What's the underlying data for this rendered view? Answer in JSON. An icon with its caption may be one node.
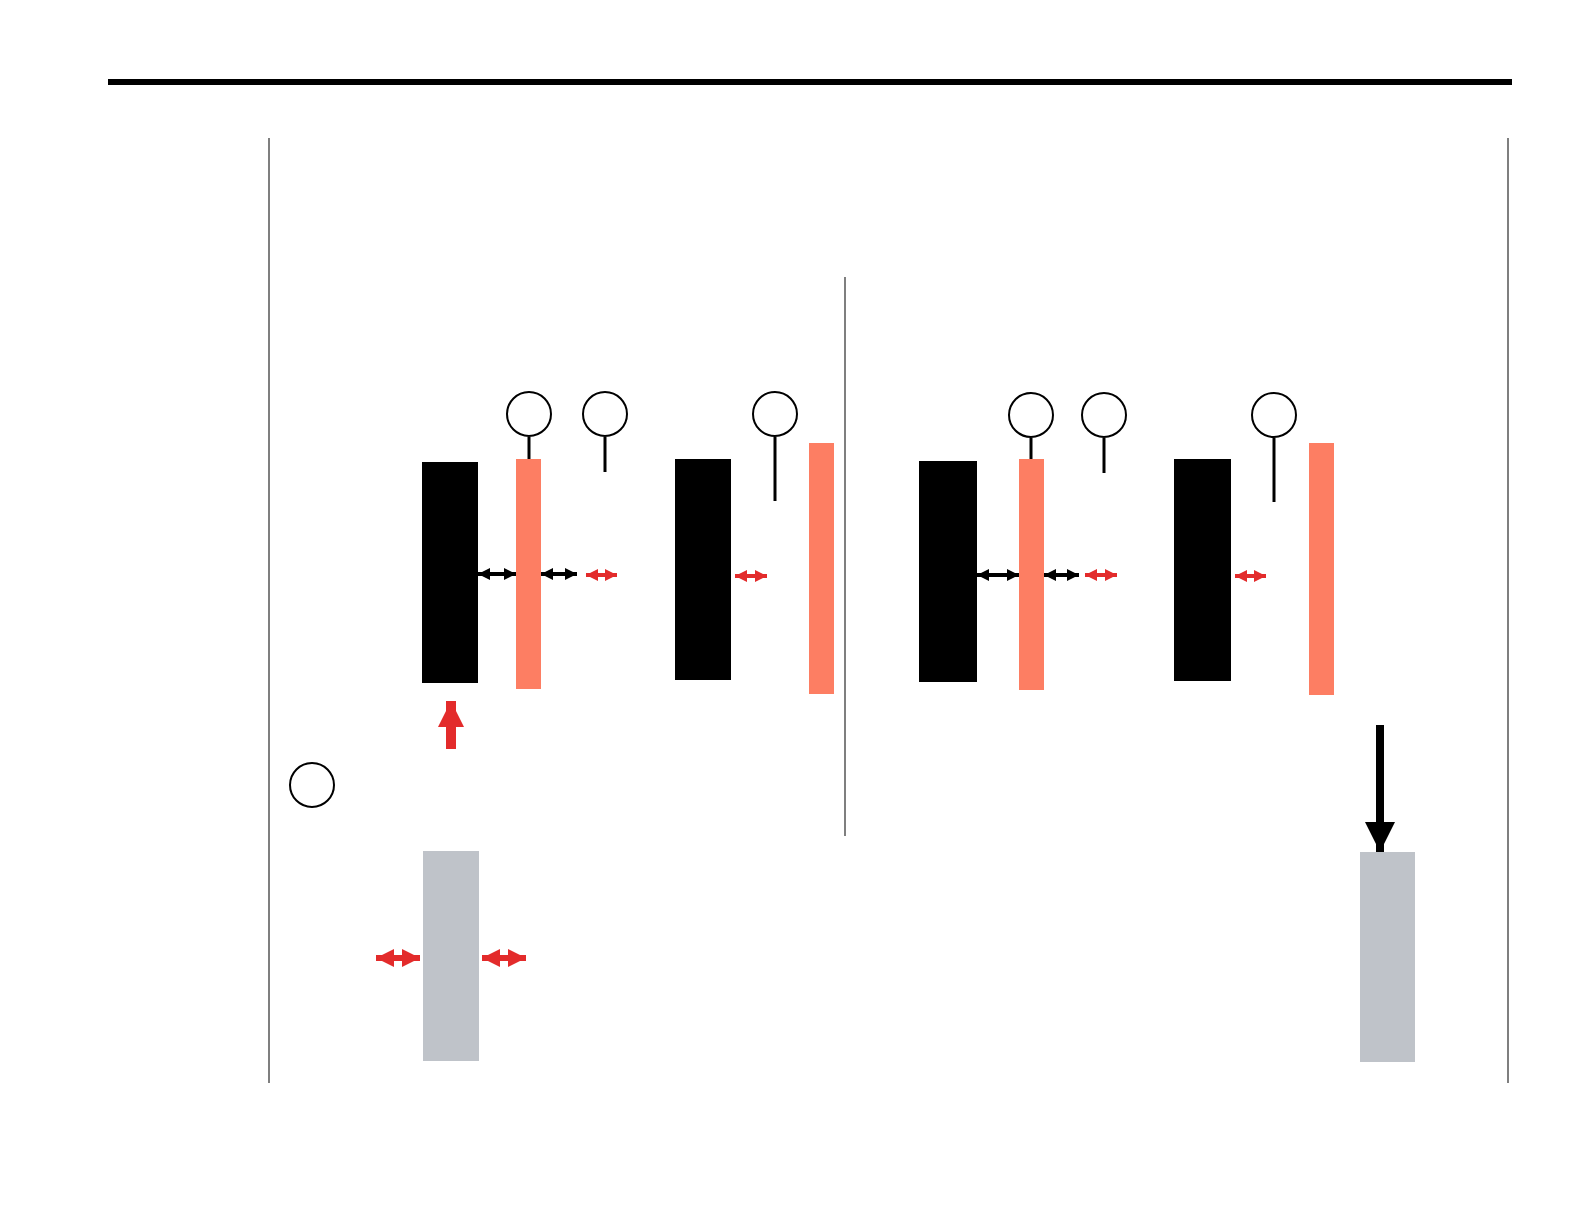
{
  "diagram": {
    "nodes": [
      {
        "text": [],
        "shape": "circle"
      },
      {
        "text": [],
        "shape": "circle"
      },
      {
        "text": [],
        "shape": "circle"
      },
      {
        "text": [],
        "shape": "circle"
      },
      {
        "text": [],
        "shape": "circle"
      },
      {
        "text": [],
        "shape": "circle"
      },
      {
        "text": [],
        "shape": "bar"
      },
      {
        "text": [],
        "shape": "bar"
      },
      {
        "text": [],
        "shape": "bar"
      },
      {
        "text": [],
        "shape": "bar"
      },
      {
        "text": [],
        "shape": "bar"
      },
      {
        "text": [],
        "shape": "bar"
      },
      {
        "text": [],
        "shape": "bar"
      },
      {
        "text": [],
        "shape": "bar"
      },
      {
        "text": [],
        "shape": "circle"
      },
      {
        "text": [],
        "shape": "bar"
      },
      {
        "text": [],
        "shape": "bar"
      }
    ],
    "edges": [
      {
        "from": 0,
        "to": 7,
        "arrow": "none"
      },
      {
        "from": 1,
        "to": null,
        "arrow": "none"
      },
      {
        "from": 2,
        "to": null,
        "arrow": "none"
      },
      {
        "from": 3,
        "to": 11,
        "arrow": "none"
      },
      {
        "from": 4,
        "to": null,
        "arrow": "none"
      },
      {
        "from": 5,
        "to": null,
        "arrow": "none"
      },
      {
        "from": 6,
        "to": 7,
        "arrow": "both"
      },
      {
        "from": 7,
        "to": null,
        "arrow": "both"
      },
      {
        "from": 10,
        "to": 11,
        "arrow": "both"
      },
      {
        "from": 11,
        "to": null,
        "arrow": "both"
      },
      {
        "from": null,
        "to": 16,
        "arrow": "to",
        "style": "thick"
      }
    ]
  }
}
